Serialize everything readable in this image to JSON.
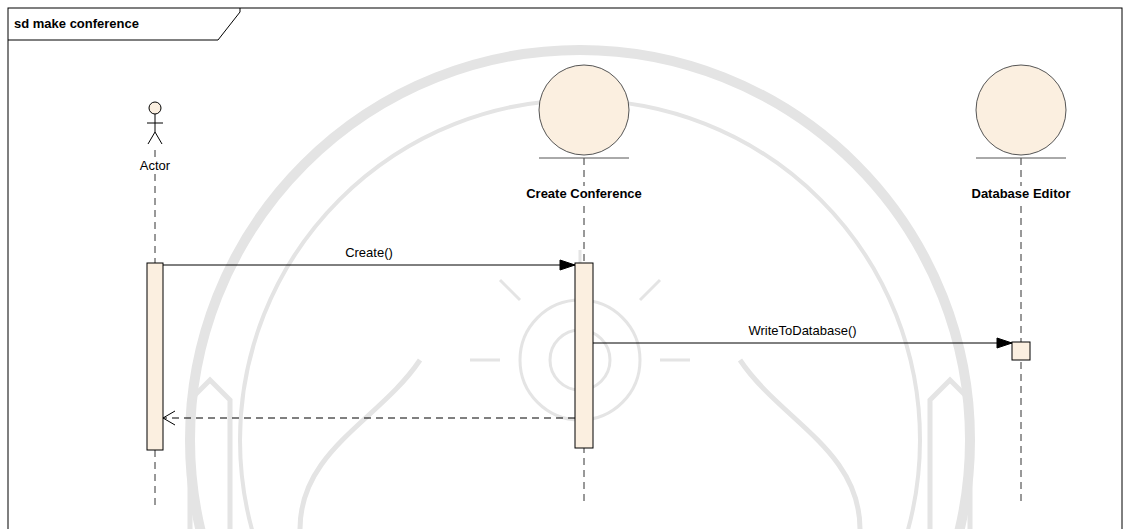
{
  "diagram": {
    "title": "sd make conference",
    "nodes": [
      {
        "text": [
          "Actor"
        ]
      },
      {
        "text": [
          "Create Conference"
        ]
      },
      {
        "text": [
          "Database Editor"
        ]
      }
    ],
    "edges": [
      {
        "from": 0,
        "to": 1,
        "label": "Create()",
        "arrow": "to"
      },
      {
        "from": 1,
        "to": 2,
        "label": "WriteToDatabase()",
        "arrow": "to"
      },
      {
        "from": 1,
        "to": 0,
        "arrow": "to"
      }
    ]
  }
}
